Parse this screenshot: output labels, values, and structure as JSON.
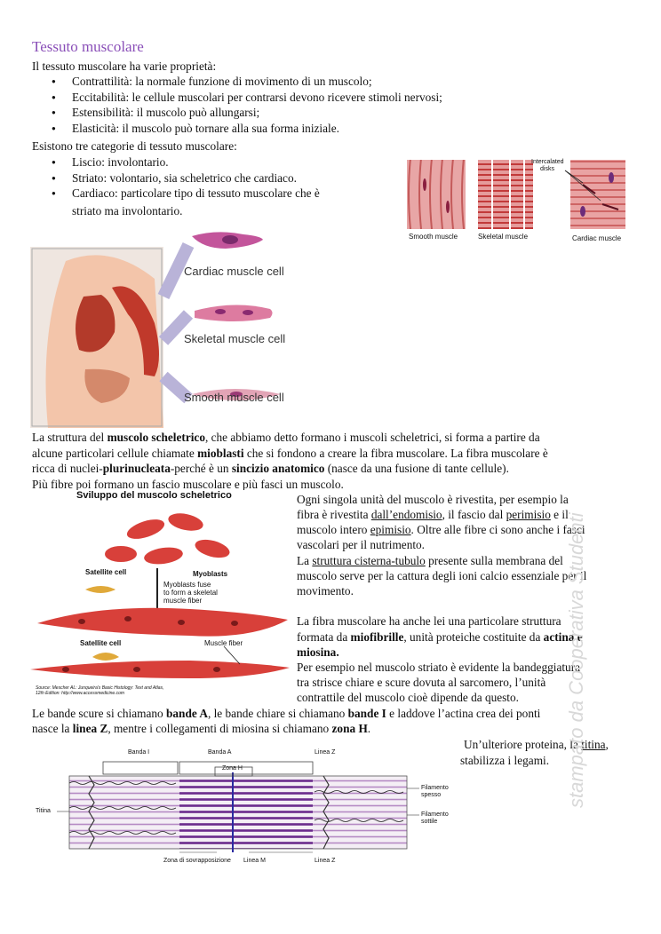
{
  "title": "Tessuto muscolare",
  "intro": "Il tessuto muscolare ha varie proprietà:",
  "properties": [
    "Contrattilità: la normale funzione di movimento di un muscolo;",
    "Eccitabilità: le cellule muscolari per contrarsi devono ricevere stimoli nervosi;",
    "Estensibilità: il muscolo può allungarsi;",
    "Elasticità: il muscolo può tornare alla sua forma iniziale."
  ],
  "categories_intro": "Esistono tre categorie di tessuto muscolare:",
  "categories": [
    "Liscio: involontario.",
    "Striato: volontario, sia scheletrico che cardiaco.",
    "Cardiaco: particolare tipo di tessuto muscolare che è",
    "striato ma involontario."
  ],
  "fig_types": {
    "smooth": "Smooth muscle",
    "skeletal": "Skeletal muscle",
    "cardiac": "Cardiac muscle",
    "intercalated": "Intercalated",
    "disks": "disks"
  },
  "fig_cells": {
    "cardiac": "Cardiac muscle cell",
    "skeletal": "Skeletal muscle cell",
    "smooth": "Smooth muscle cell"
  },
  "para1": {
    "l1a": "La struttura del ",
    "l1b": "muscolo scheletrico",
    "l1c": ", che abbiamo detto formano i muscoli scheletrici, si forma a partire da",
    "l2a": "alcune particolari cellule chiamate ",
    "l2b": "mioblasti",
    "l2c": " che si fondono a creare la fibra muscolare. La fibra muscolare è",
    "l3a": "ricca di nuclei-",
    "l3b": "plurinucleata",
    "l3c": "-perché è un ",
    "l3d": "sincizio anatomico",
    "l3e": " (nasce da una fusione di tante cellule).",
    "l4": "Più fibre poi formano un fascio muscolare e più fasci un muscolo."
  },
  "fig_dev": {
    "title": "Sviluppo del muscolo scheletrico",
    "myoblasts": "Myoblasts",
    "satellite1": "Satellite cell",
    "fuse1": "Myoblasts fuse",
    "fuse2": "to form a skeletal",
    "fuse3": "muscle fiber",
    "satellite2": "Satellite cell",
    "fiber": "Muscle fiber",
    "source1": "Source: Mescher AL: Junqueira's Basic Histology: Text and Atlas,",
    "source2": "12th Edition: http://www.accessmedicine.com"
  },
  "right1": {
    "l1": "Ogni singola unità del muscolo è rivestita, per esempio la",
    "l2a": "fibra è rivestita ",
    "l2b": "dall’endomisio",
    "l2c": ", il fascio dal ",
    "l2d": "perimisio",
    "l2e": " e il",
    "l3a": "muscolo intero ",
    "l3b": "epimisio",
    "l3c": ". Oltre alle fibre ci sono anche i fasci",
    "l4": "vascolari per il nutrimento.",
    "l5a": "La ",
    "l5b": "struttura cisterna-tubulo",
    "l5c": " presente sulla membrana del",
    "l6": "muscolo serve per la cattura degli ioni calcio essenziale per il",
    "l7": "movimento."
  },
  "right2": {
    "l1": "La fibra muscolare ha anche lei una particolare struttura",
    "l2a": "formata da ",
    "l2b": "miofibrille",
    "l2c": ", unità proteiche costituite da ",
    "l2d": "actina e",
    "l3": "miosina.",
    "l4": "Per esempio nel muscolo striato è evidente la bandeggiatura",
    "l5": "tra strisce chiare e scure dovuta al sarcomero, l’unità",
    "l6": "contrattile del muscolo cioè dipende da questo."
  },
  "bands": {
    "l1a": "Le bande scure si chiamano ",
    "l1b": "bande A",
    "l1c": ", le bande chiare si chiamano ",
    "l1d": "bande I",
    "l1e": " e laddove l’actina crea dei ponti",
    "l2a": "nasce la ",
    "l2b": "linea Z",
    "l2c": ", mentre i collegamenti di miosina si chiamano ",
    "l2d": "zona H",
    "l2e": "."
  },
  "titin": {
    "l1a": "Un’ulteriore proteina, la ",
    "l1b": "titina",
    "l1c": ",",
    "l2": "stabilizza i legami."
  },
  "fig_sarc": {
    "banda_i": "Banda I",
    "banda_a": "Banda A",
    "zona_h": "Zona H",
    "linea_z_top": "Linea Z",
    "spesso": "Filamento spesso",
    "sottile": "Filamento sottile",
    "titina": "Titina",
    "sovrapp": "Zona di sovrapposizione",
    "linea_m": "Linea M",
    "linea_z_bottom": "Linea Z"
  },
  "watermark": "stampato da Cooperativa Studenti"
}
